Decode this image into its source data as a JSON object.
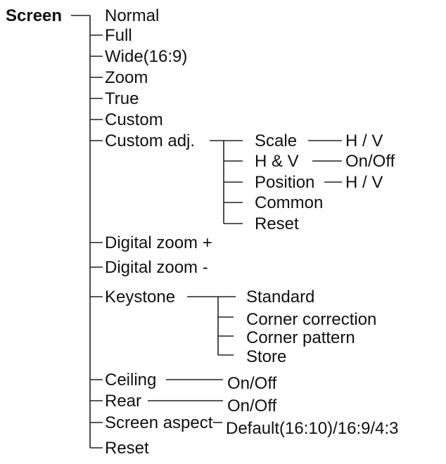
{
  "root": "Screen",
  "items": [
    {
      "label": "Normal"
    },
    {
      "label": "Full"
    },
    {
      "label": "Wide(16:9)"
    },
    {
      "label": "Zoom"
    },
    {
      "label": "True"
    },
    {
      "label": "Custom"
    },
    {
      "label": "Custom adj.",
      "children": [
        {
          "label": "Scale",
          "value": "H / V"
        },
        {
          "label": "H & V",
          "value": "On/Off"
        },
        {
          "label": "Position",
          "value": "H / V"
        },
        {
          "label": "Common"
        },
        {
          "label": "Reset"
        }
      ]
    },
    {
      "label": "Digital zoom +"
    },
    {
      "label": "Digital zoom -"
    },
    {
      "label": "Keystone",
      "children": [
        {
          "label": "Standard"
        },
        {
          "label": "Corner correction"
        },
        {
          "label": "Corner pattern"
        },
        {
          "label": "Store"
        }
      ]
    },
    {
      "label": "Ceiling",
      "value": "On/Off"
    },
    {
      "label": "Rear",
      "value": "On/Off"
    },
    {
      "label": "Screen aspect",
      "value": "Default(16:10)/16:9/4:3"
    },
    {
      "label": "Reset"
    }
  ]
}
